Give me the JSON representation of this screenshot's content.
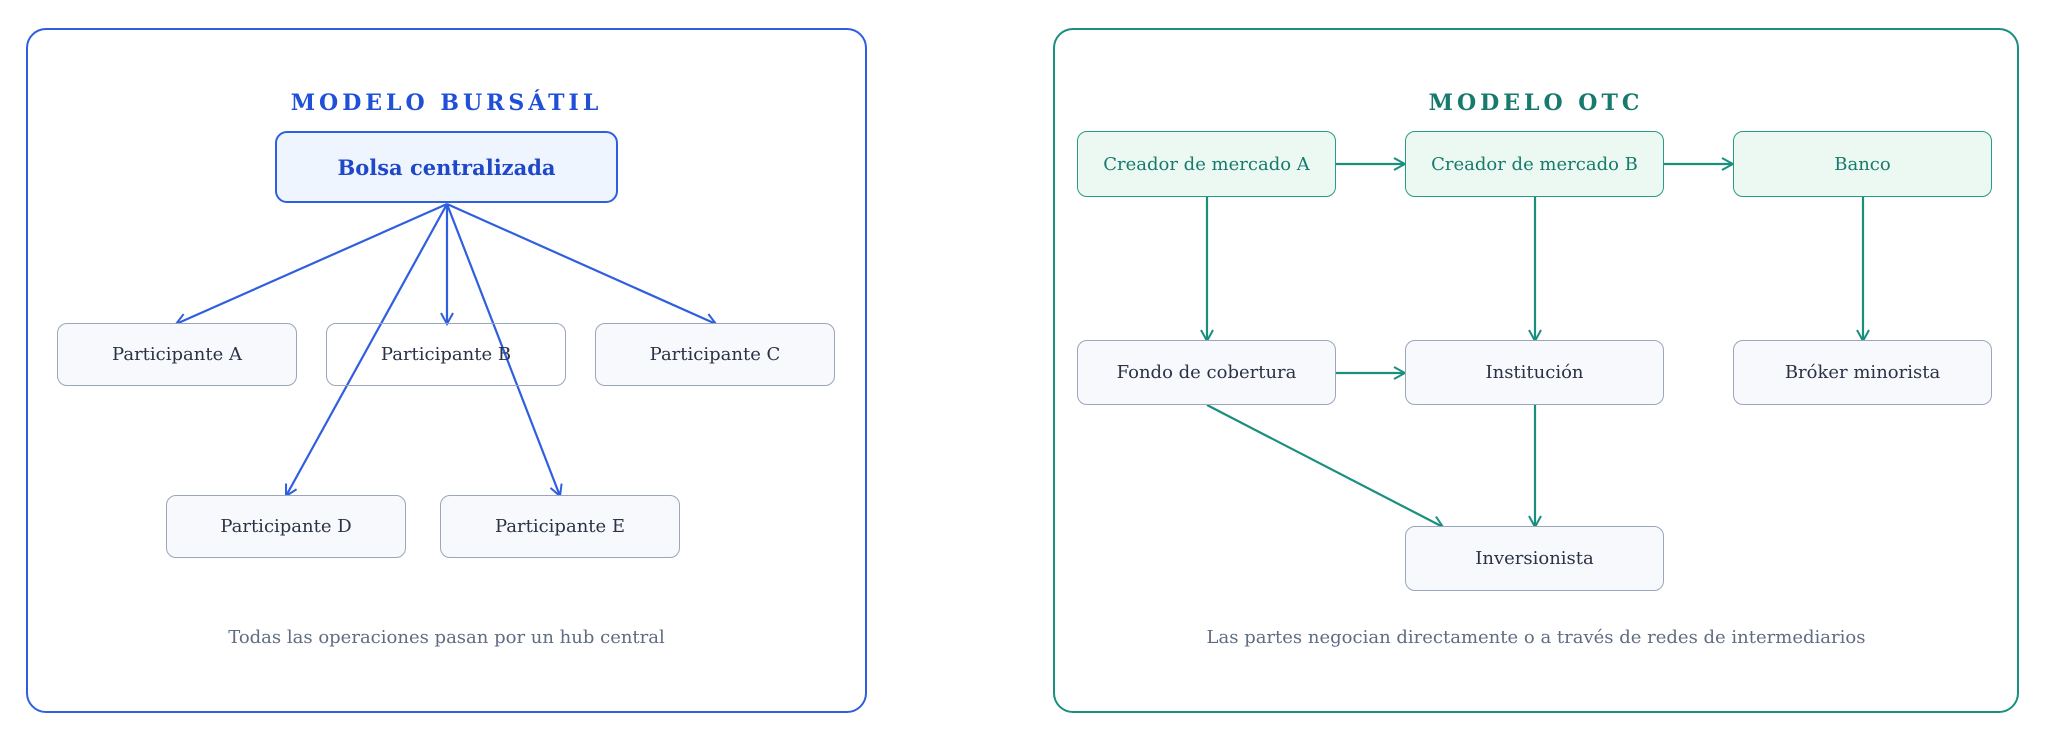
{
  "exchange": {
    "title": "MODELO BURSÁTIL",
    "hub": "Bolsa centralizada",
    "participants": [
      "Participante A",
      "Participante B",
      "Participante C",
      "Participante D",
      "Participante E"
    ],
    "caption": "Todas las operaciones pasan por un hub central",
    "color": "#2f5fe0"
  },
  "otc": {
    "title": "MODELO OTC",
    "dealers": [
      "Creador de mercado A",
      "Creador de mercado B",
      "Banco"
    ],
    "parties": [
      "Fondo de cobertura",
      "Institución",
      "Bróker minorista",
      "Inversionista"
    ],
    "caption": "Las partes negocian directamente o a través de redes de intermediarios",
    "color": "#1a8f7e"
  }
}
